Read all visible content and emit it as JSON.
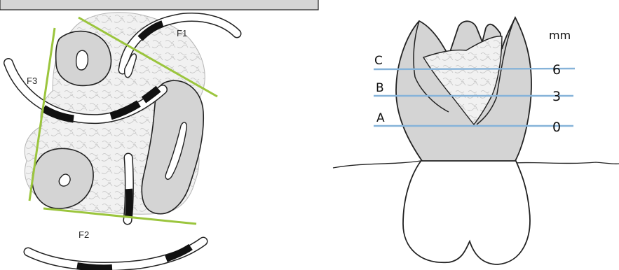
{
  "left_figure": {
    "fragment_labels": {
      "f1": "F1",
      "f2": "F2",
      "f3": "F3"
    }
  },
  "right_figure": {
    "unit_label": "mm",
    "levels": [
      {
        "letter": "C",
        "value": "6"
      },
      {
        "letter": "B",
        "value": "3"
      },
      {
        "letter": "A",
        "value": "0"
      }
    ]
  },
  "colors": {
    "tooth_gray": "#d4d4d4",
    "bone_gray": "#ededed",
    "guide_green": "#9bc53d",
    "level_blue": "#86b3d9",
    "outline": "#222222",
    "band_black": "#111111"
  }
}
